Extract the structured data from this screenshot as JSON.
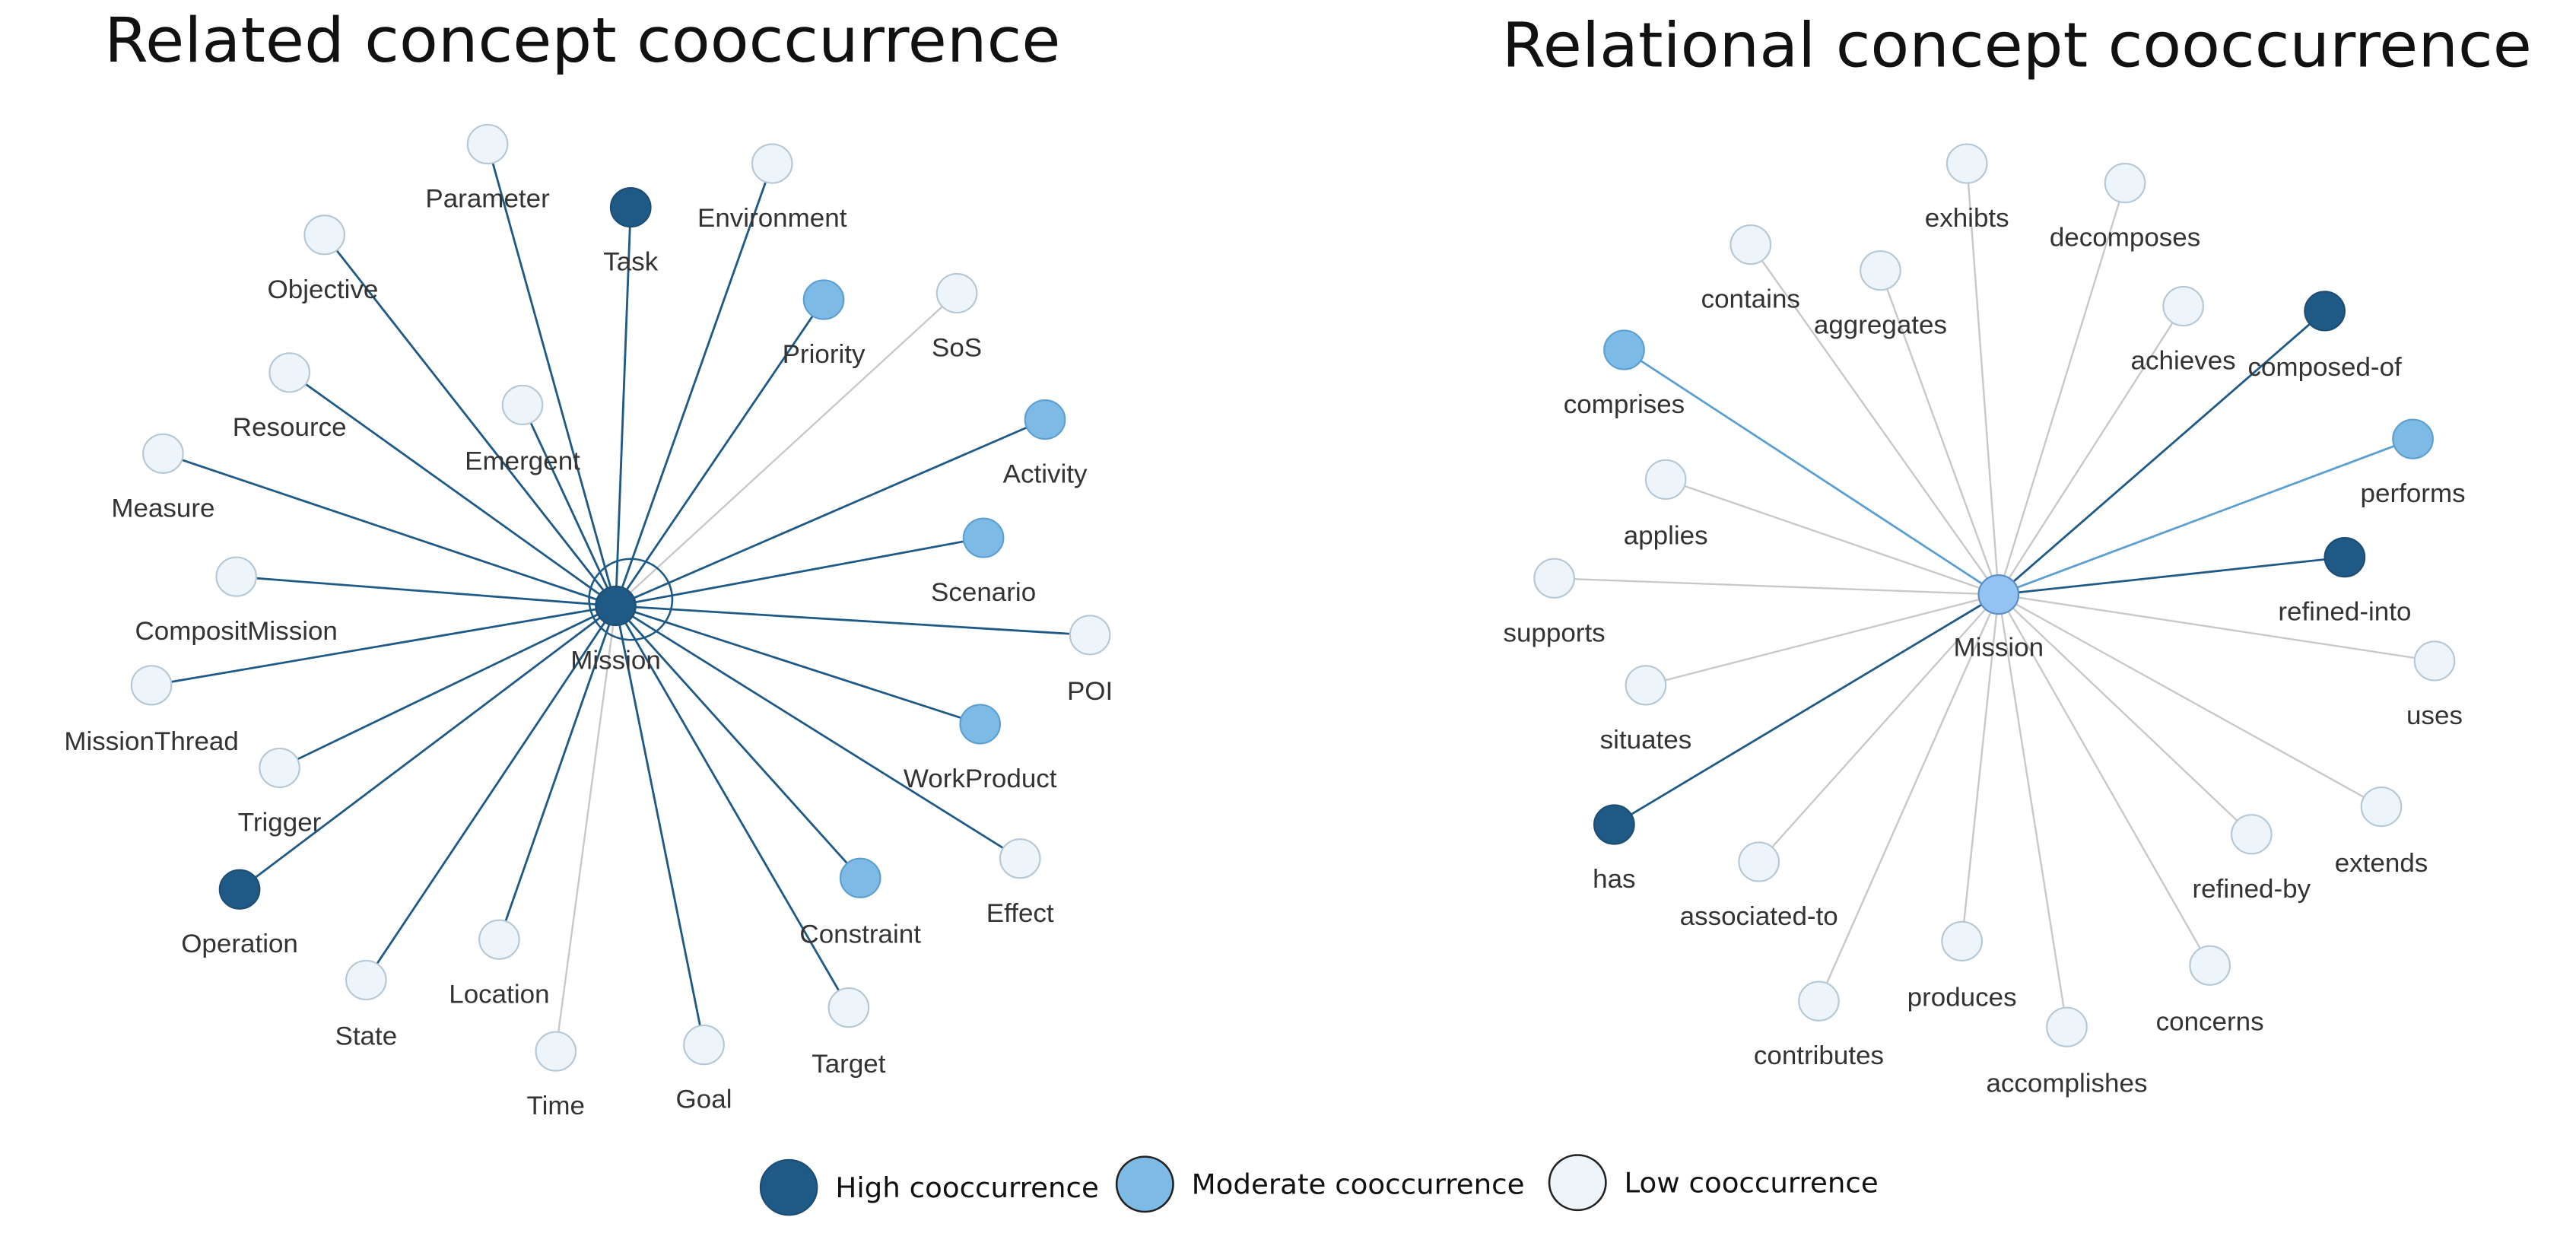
{
  "colors": {
    "high": "#1f5a87",
    "moderate": "#7dbbe6",
    "low": "#eef5fa",
    "center_right": "#93c3f2",
    "edge_high": "#1f5a87",
    "edge_moderate": "#5b9fd2",
    "edge_low": "#c8c8c8"
  },
  "left": {
    "title": "Related concept cooccurrence",
    "center": {
      "label": "Mission",
      "level": "high"
    },
    "nodes": [
      {
        "label": "Parameter",
        "level": "low",
        "edge": "high"
      },
      {
        "label": "Task",
        "level": "high",
        "edge": "high"
      },
      {
        "label": "Environment",
        "level": "low",
        "edge": "high"
      },
      {
        "label": "Objective",
        "level": "low",
        "edge": "high"
      },
      {
        "label": "Priority",
        "level": "moderate",
        "edge": "high"
      },
      {
        "label": "SoS",
        "level": "low",
        "edge": "low"
      },
      {
        "label": "Resource",
        "level": "low",
        "edge": "high"
      },
      {
        "label": "Emergent",
        "level": "low",
        "edge": "high"
      },
      {
        "label": "Activity",
        "level": "moderate",
        "edge": "high"
      },
      {
        "label": "Measure",
        "level": "low",
        "edge": "high"
      },
      {
        "label": "Scenario",
        "level": "moderate",
        "edge": "high"
      },
      {
        "label": "CompositMission",
        "level": "low",
        "edge": "high"
      },
      {
        "label": "POI",
        "level": "low",
        "edge": "high"
      },
      {
        "label": "MissionThread",
        "level": "low",
        "edge": "high"
      },
      {
        "label": "WorkProduct",
        "level": "moderate",
        "edge": "high"
      },
      {
        "label": "Trigger",
        "level": "low",
        "edge": "high"
      },
      {
        "label": "Effect",
        "level": "low",
        "edge": "high"
      },
      {
        "label": "Operation",
        "level": "high",
        "edge": "high"
      },
      {
        "label": "Constraint",
        "level": "moderate",
        "edge": "high"
      },
      {
        "label": "State",
        "level": "low",
        "edge": "high"
      },
      {
        "label": "Location",
        "level": "low",
        "edge": "high"
      },
      {
        "label": "Target",
        "level": "low",
        "edge": "high"
      },
      {
        "label": "Time",
        "level": "low",
        "edge": "low"
      },
      {
        "label": "Goal",
        "level": "low",
        "edge": "high"
      }
    ]
  },
  "right": {
    "title": "Relational concept cooccurrence",
    "center": {
      "label": "Mission",
      "level": "center"
    },
    "nodes": [
      {
        "label": "exhibts",
        "level": "low",
        "edge": "low"
      },
      {
        "label": "decomposes",
        "level": "low",
        "edge": "low"
      },
      {
        "label": "contains",
        "level": "low",
        "edge": "low"
      },
      {
        "label": "aggregates",
        "level": "low",
        "edge": "low"
      },
      {
        "label": "achieves",
        "level": "low",
        "edge": "low"
      },
      {
        "label": "composed-of",
        "level": "high",
        "edge": "high"
      },
      {
        "label": "comprises",
        "level": "moderate",
        "edge": "moderate"
      },
      {
        "label": "performs",
        "level": "moderate",
        "edge": "moderate"
      },
      {
        "label": "applies",
        "level": "low",
        "edge": "low"
      },
      {
        "label": "refined-into",
        "level": "high",
        "edge": "high"
      },
      {
        "label": "supports",
        "level": "low",
        "edge": "low"
      },
      {
        "label": "uses",
        "level": "low",
        "edge": "low"
      },
      {
        "label": "situates",
        "level": "low",
        "edge": "low"
      },
      {
        "label": "extends",
        "level": "low",
        "edge": "low"
      },
      {
        "label": "has",
        "level": "high",
        "edge": "high"
      },
      {
        "label": "refined-by",
        "level": "low",
        "edge": "low"
      },
      {
        "label": "associated-to",
        "level": "low",
        "edge": "low"
      },
      {
        "label": "produces",
        "level": "low",
        "edge": "low"
      },
      {
        "label": "concerns",
        "level": "low",
        "edge": "low"
      },
      {
        "label": "contributes",
        "level": "low",
        "edge": "low"
      },
      {
        "label": "accomplishes",
        "level": "low",
        "edge": "low"
      }
    ]
  },
  "legend": [
    {
      "label": "High cooccurrence",
      "level": "high"
    },
    {
      "label": "Moderate cooccurrence",
      "level": "moderate"
    },
    {
      "label": "Low cooccurrence",
      "level": "low"
    }
  ]
}
